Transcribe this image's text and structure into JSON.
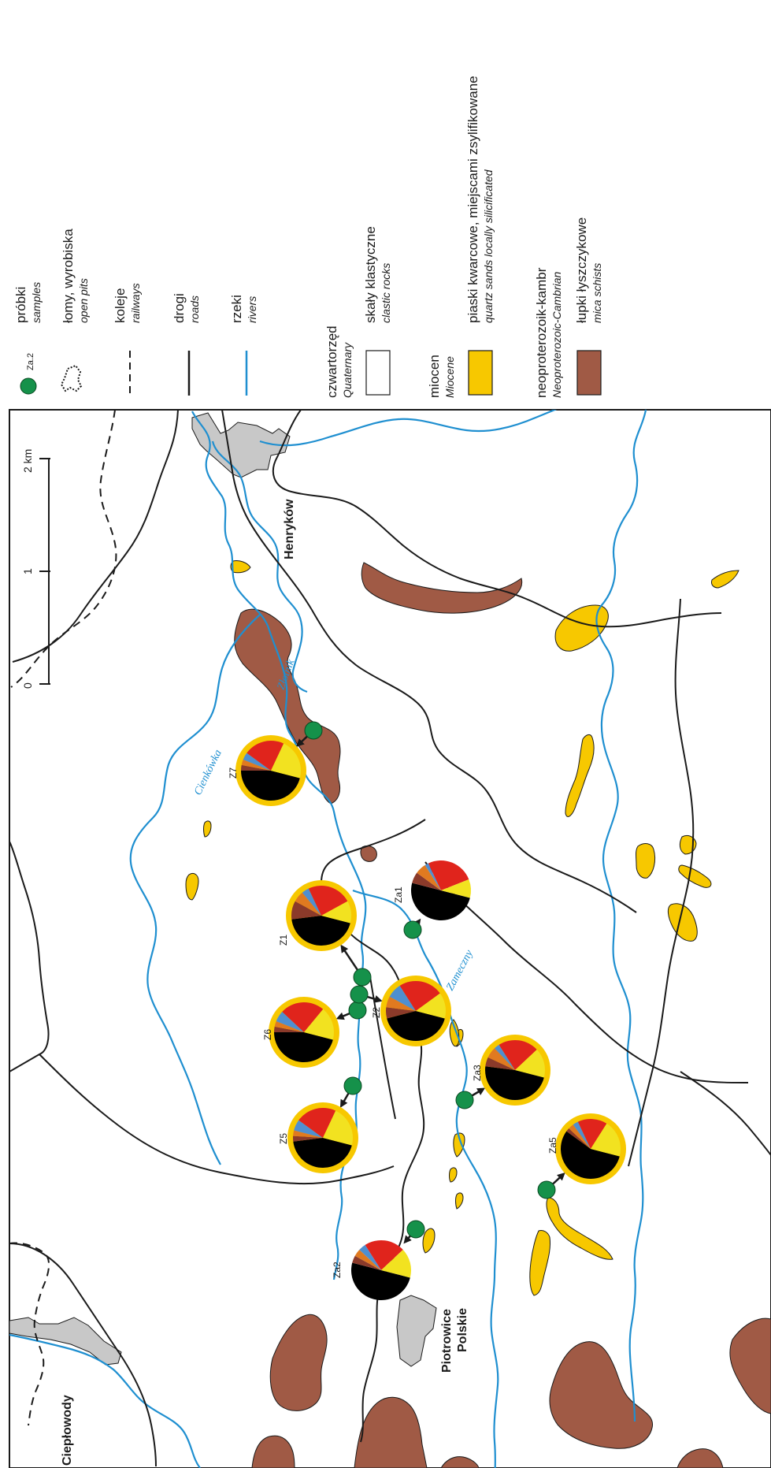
{
  "colors": {
    "river": "#1f8fd0",
    "road": "#1a1a1a",
    "mica_schist": "#a05a45",
    "miocene": "#f7c800",
    "town": "#c8c8c8",
    "sample": "#15914a",
    "pie_red": "#e0241c",
    "pie_yellow": "#f2e220",
    "pie_blue": "#4f8fd0",
    "pie_orange": "#e07a20",
    "pie_brown": "#8b3a2a",
    "pie_black": "#000000",
    "pie_ring": "#f7c800"
  },
  "legend": {
    "samples_pl": "próbki",
    "samples_en": "samples",
    "sample_example": "Za.2",
    "pits_pl": "łomy, wyrobiska",
    "pits_en": "open pits",
    "rail_pl": "koleje",
    "rail_en": "railways",
    "roads_pl": "drogi",
    "roads_en": "roads",
    "rivers_pl": "rzeki",
    "rivers_en": "rivers",
    "quaternary_pl": "czwartorzęd",
    "quaternary_en": "Quaternary",
    "clastic_pl": "skały klastyczne",
    "clastic_en": "clastic rocks",
    "miocene_pl": "miocen",
    "miocene_en": "Miocene",
    "sands_pl": "piaski kwarcowe, miejscami zsylifikowane",
    "sands_en": "quartz sands locally silicificated",
    "neo_pl": "neoproterozoik-kambr",
    "neo_en": "Neoproterozoic-Cambrian",
    "mica_pl": "łupki łyszczykowe",
    "mica_en": "mica schists"
  },
  "scale": {
    "t0": "0",
    "t1": "1",
    "t2": "2 km"
  },
  "places": {
    "henrykow": "Henryków",
    "piotrowice1": "Piotrowice",
    "piotrowice2": "Polskie",
    "cieplowody": "Ciepłowody"
  },
  "rivers": {
    "zlotnik": "Złotnik",
    "cienkowka": "Cienkówka",
    "zameczny": "Zameczny"
  },
  "samples": [
    {
      "label": "Z7",
      "composition": {
        "black": 46,
        "red": 22,
        "yellow": 22,
        "blue": 4,
        "brown": 3,
        "orange": 3
      }
    },
    {
      "label": "Za1",
      "composition": {
        "black": 50,
        "red": 26,
        "yellow": 10,
        "blue": 2,
        "orange": 6,
        "brown": 6
      }
    },
    {
      "label": "Z1",
      "composition": {
        "black": 44,
        "red": 24,
        "yellow": 12,
        "blue": 4,
        "orange": 6,
        "brown": 10
      }
    },
    {
      "label": "Z6",
      "composition": {
        "black": 46,
        "red": 24,
        "yellow": 18,
        "blue": 6,
        "orange": 3,
        "brown": 3
      }
    },
    {
      "label": "Z2",
      "composition": {
        "black": 42,
        "red": 24,
        "yellow": 14,
        "blue": 8,
        "orange": 6,
        "brown": 6
      }
    },
    {
      "label": "Za3",
      "composition": {
        "black": 48,
        "red": 22,
        "yellow": 16,
        "blue": 3,
        "orange": 6,
        "brown": 5
      }
    },
    {
      "label": "Z5",
      "composition": {
        "black": 44,
        "red": 22,
        "yellow": 22,
        "blue": 6,
        "orange": 3,
        "brown": 3
      }
    },
    {
      "label": "Za5",
      "composition": {
        "black": 56,
        "red": 16,
        "yellow": 20,
        "blue": 3,
        "orange": 3,
        "brown": 2
      }
    },
    {
      "label": "Za2",
      "composition": {
        "black": 50,
        "red": 22,
        "yellow": 16,
        "blue": 4,
        "orange": 4,
        "brown": 4
      }
    }
  ]
}
